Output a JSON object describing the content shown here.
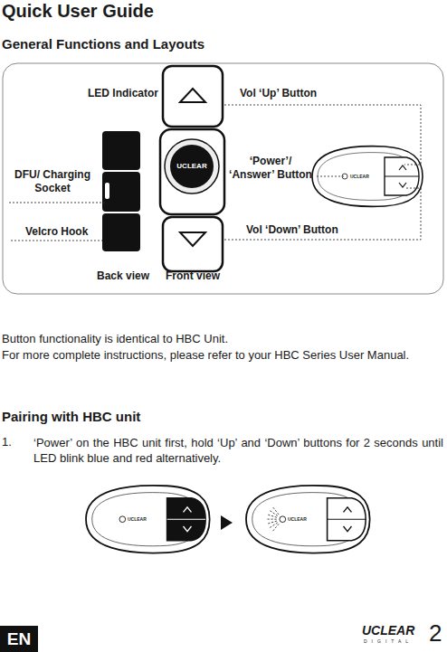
{
  "diagram": {
    "title": "Quick User Guide",
    "nodes": [
      {
        "text": [
          "UCLEAR"
        ]
      },
      {
        "text": [
          "EN"
        ]
      }
    ],
    "labels": [
      "General Functions and Layouts",
      "LED Indicator",
      "Vol ‘Up’ Button",
      "‘Power’/ ‘Answer’ Button",
      "DFU/ Charging Socket",
      "Velcro Hook",
      "Vol ‘Down’ Button",
      "Back view",
      "Front view",
      "UCLEAR",
      "Button functionality is identical to HBC Unit.",
      "For more complete instructions, please refer to your HBC Series User Manual.",
      "Pairing with HBC unit",
      "1.",
      "‘Power’ on the HBC unit first, hold ‘Up’ and ‘Down’ buttons for 2 seconds until LED blink blue and red alternatively.",
      "UCLEAR",
      "UCLEAR",
      "UCLEAR",
      "DIGITAL",
      "2"
    ]
  }
}
